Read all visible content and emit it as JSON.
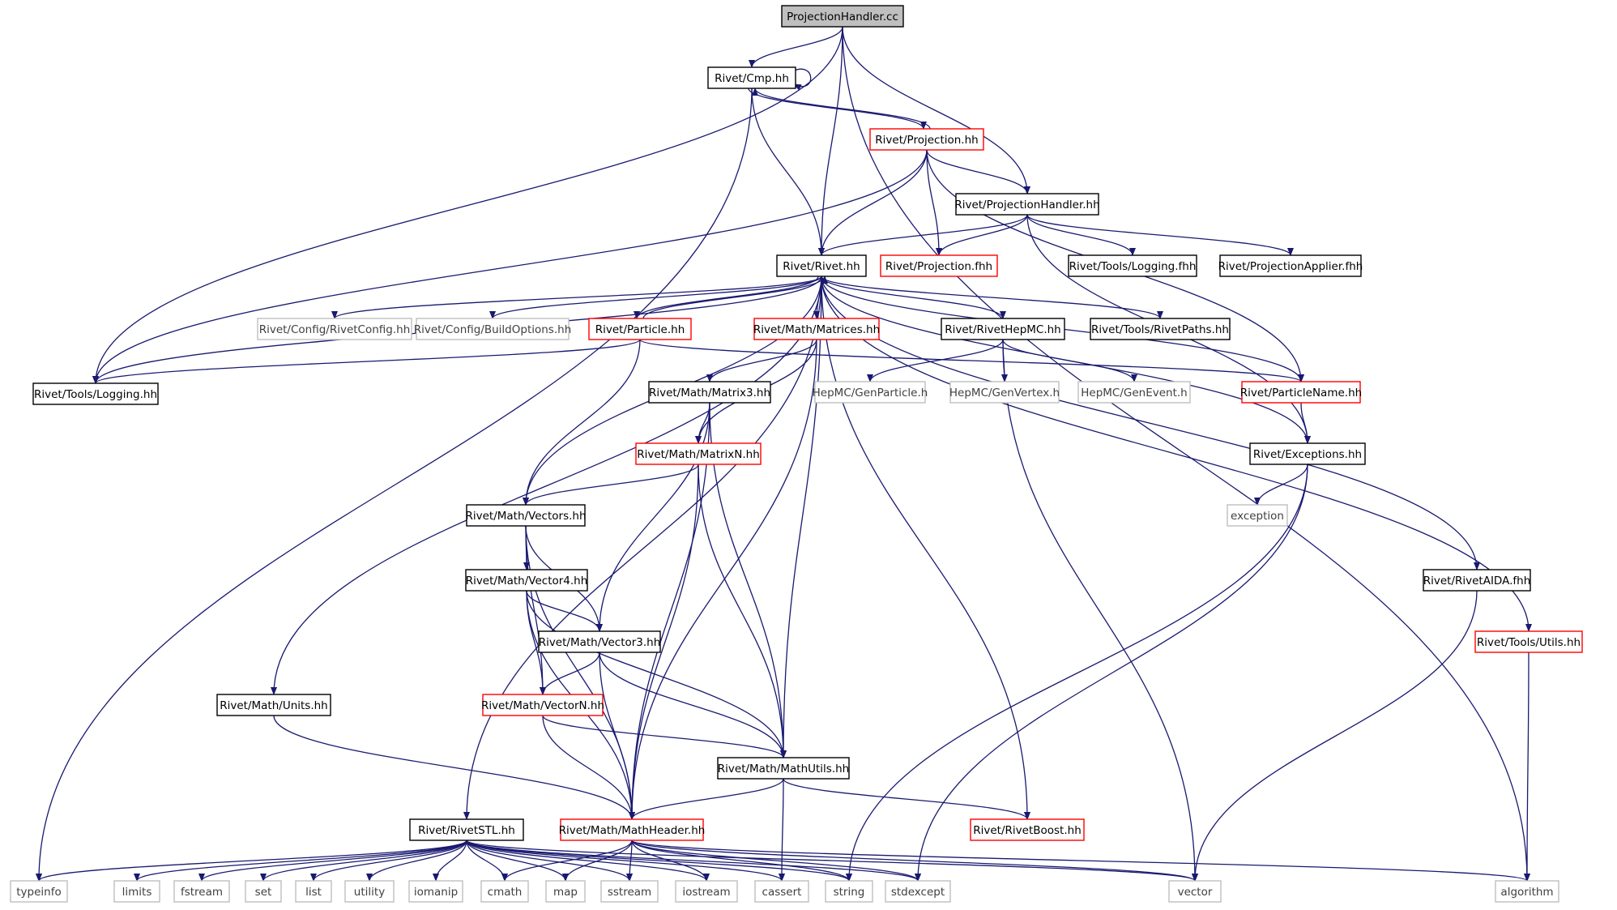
{
  "colors": {
    "edge": "#191970",
    "root_fill": "#bfbfbf",
    "normal_border": "#000000",
    "truncated_border": "#ff0000",
    "external_border": "#bfbfbf",
    "external_text": "#404040"
  },
  "nodes": [
    {
      "id": "root",
      "label": "ProjectionHandler.cc",
      "style": "root"
    },
    {
      "id": "cmp",
      "label": "Rivet/Cmp.hh",
      "style": "normal"
    },
    {
      "id": "projection",
      "label": "Rivet/Projection.hh",
      "style": "truncated"
    },
    {
      "id": "projhandler",
      "label": "Rivet/ProjectionHandler.hh",
      "style": "normal"
    },
    {
      "id": "rivet",
      "label": "Rivet/Rivet.hh",
      "style": "normal"
    },
    {
      "id": "projfhh",
      "label": "Rivet/Projection.fhh",
      "style": "truncated"
    },
    {
      "id": "logfhh",
      "label": "Rivet/Tools/Logging.fhh",
      "style": "normal"
    },
    {
      "id": "projapplier",
      "label": "Rivet/ProjectionApplier.fhh",
      "style": "normal"
    },
    {
      "id": "rivetconfig",
      "label": "Rivet/Config/RivetConfig.hh",
      "style": "external"
    },
    {
      "id": "buildopts",
      "label": "Rivet/Config/BuildOptions.hh",
      "style": "external"
    },
    {
      "id": "particle",
      "label": "Rivet/Particle.hh",
      "style": "truncated"
    },
    {
      "id": "matrices",
      "label": "Rivet/Math/Matrices.hh",
      "style": "truncated"
    },
    {
      "id": "rivethepmc",
      "label": "Rivet/RivetHepMC.hh",
      "style": "normal"
    },
    {
      "id": "rivetpaths",
      "label": "Rivet/Tools/RivetPaths.hh",
      "style": "normal"
    },
    {
      "id": "logging",
      "label": "Rivet/Tools/Logging.hh",
      "style": "normal"
    },
    {
      "id": "matrix3",
      "label": "Rivet/Math/Matrix3.hh",
      "style": "normal"
    },
    {
      "id": "genparticle",
      "label": "HepMC/GenParticle.h",
      "style": "external"
    },
    {
      "id": "genvertex",
      "label": "HepMC/GenVertex.h",
      "style": "external"
    },
    {
      "id": "genevent",
      "label": "HepMC/GenEvent.h",
      "style": "external"
    },
    {
      "id": "particlename",
      "label": "Rivet/ParticleName.hh",
      "style": "truncated"
    },
    {
      "id": "matrixn",
      "label": "Rivet/Math/MatrixN.hh",
      "style": "truncated"
    },
    {
      "id": "exceptions",
      "label": "Rivet/Exceptions.hh",
      "style": "normal"
    },
    {
      "id": "vectors",
      "label": "Rivet/Math/Vectors.hh",
      "style": "normal"
    },
    {
      "id": "exception",
      "label": "exception",
      "style": "external"
    },
    {
      "id": "vector4",
      "label": "Rivet/Math/Vector4.hh",
      "style": "normal"
    },
    {
      "id": "rivetaida",
      "label": "Rivet/RivetAIDA.fhh",
      "style": "normal"
    },
    {
      "id": "vector3",
      "label": "Rivet/Math/Vector3.hh",
      "style": "normal"
    },
    {
      "id": "utils",
      "label": "Rivet/Tools/Utils.hh",
      "style": "truncated"
    },
    {
      "id": "units",
      "label": "Rivet/Math/Units.hh",
      "style": "normal"
    },
    {
      "id": "vectorn",
      "label": "Rivet/Math/VectorN.hh",
      "style": "truncated"
    },
    {
      "id": "mathutils",
      "label": "Rivet/Math/MathUtils.hh",
      "style": "normal"
    },
    {
      "id": "rivetstl",
      "label": "Rivet/RivetSTL.hh",
      "style": "normal"
    },
    {
      "id": "mathheader",
      "label": "Rivet/Math/MathHeader.hh",
      "style": "truncated"
    },
    {
      "id": "rivetboost",
      "label": "Rivet/RivetBoost.hh",
      "style": "truncated"
    },
    {
      "id": "typeinfo",
      "label": "typeinfo",
      "style": "external"
    },
    {
      "id": "limits",
      "label": "limits",
      "style": "external"
    },
    {
      "id": "fstream",
      "label": "fstream",
      "style": "external"
    },
    {
      "id": "set",
      "label": "set",
      "style": "external"
    },
    {
      "id": "list",
      "label": "list",
      "style": "external"
    },
    {
      "id": "utility",
      "label": "utility",
      "style": "external"
    },
    {
      "id": "iomanip",
      "label": "iomanip",
      "style": "external"
    },
    {
      "id": "cmath",
      "label": "cmath",
      "style": "external"
    },
    {
      "id": "map",
      "label": "map",
      "style": "external"
    },
    {
      "id": "sstream",
      "label": "sstream",
      "style": "external"
    },
    {
      "id": "iostream",
      "label": "iostream",
      "style": "external"
    },
    {
      "id": "cassert",
      "label": "cassert",
      "style": "external"
    },
    {
      "id": "string",
      "label": "string",
      "style": "external"
    },
    {
      "id": "stdexcept",
      "label": "stdexcept",
      "style": "external"
    },
    {
      "id": "vector",
      "label": "vector",
      "style": "external"
    },
    {
      "id": "algorithm",
      "label": "algorithm",
      "style": "external"
    }
  ],
  "edges": [
    [
      "root",
      "cmp"
    ],
    [
      "root",
      "rivet"
    ],
    [
      "root",
      "projhandler"
    ],
    [
      "root",
      "logging"
    ],
    [
      "root",
      "algorithm"
    ],
    [
      "cmp",
      "cmp"
    ],
    [
      "cmp",
      "projection"
    ],
    [
      "cmp",
      "rivet"
    ],
    [
      "cmp",
      "typeinfo"
    ],
    [
      "projection",
      "cmp"
    ],
    [
      "projection",
      "projhandler"
    ],
    [
      "projection",
      "rivet"
    ],
    [
      "projection",
      "projfhh"
    ],
    [
      "projection",
      "particlename"
    ],
    [
      "projection",
      "logging"
    ],
    [
      "projhandler",
      "rivet"
    ],
    [
      "projhandler",
      "projfhh"
    ],
    [
      "projhandler",
      "logfhh"
    ],
    [
      "projhandler",
      "projapplier"
    ],
    [
      "projhandler",
      "exceptions"
    ],
    [
      "rivet",
      "rivetconfig"
    ],
    [
      "rivet",
      "buildopts"
    ],
    [
      "rivet",
      "particle"
    ],
    [
      "rivet",
      "matrices"
    ],
    [
      "rivet",
      "rivethepmc"
    ],
    [
      "rivet",
      "rivetpaths"
    ],
    [
      "rivet",
      "particlename"
    ],
    [
      "rivet",
      "exceptions"
    ],
    [
      "rivet",
      "rivetaida"
    ],
    [
      "rivet",
      "utils"
    ],
    [
      "rivet",
      "units"
    ],
    [
      "rivet",
      "rivetstl"
    ],
    [
      "rivet",
      "logging"
    ],
    [
      "rivet",
      "vectors"
    ],
    [
      "rivet",
      "mathutils"
    ],
    [
      "rivet",
      "rivetboost"
    ],
    [
      "particle",
      "rivet"
    ],
    [
      "particle",
      "particlename"
    ],
    [
      "particle",
      "vectors"
    ],
    [
      "particle",
      "logging"
    ],
    [
      "matrices",
      "matrix3"
    ],
    [
      "matrices",
      "matrixn"
    ],
    [
      "matrices",
      "mathheader"
    ],
    [
      "rivethepmc",
      "genparticle"
    ],
    [
      "rivethepmc",
      "genvertex"
    ],
    [
      "rivethepmc",
      "genevent"
    ],
    [
      "rivethepmc",
      "vector"
    ],
    [
      "matrix3",
      "matrixn"
    ],
    [
      "matrix3",
      "vector3"
    ],
    [
      "matrix3",
      "mathutils"
    ],
    [
      "matrix3",
      "mathheader"
    ],
    [
      "particlename",
      "exceptions"
    ],
    [
      "matrixn",
      "vectors"
    ],
    [
      "matrixn",
      "mathutils"
    ],
    [
      "matrixn",
      "mathheader"
    ],
    [
      "exceptions",
      "exception"
    ],
    [
      "exceptions",
      "stdexcept"
    ],
    [
      "exceptions",
      "string"
    ],
    [
      "vectors",
      "vector4"
    ],
    [
      "vectors",
      "vector3"
    ],
    [
      "vectors",
      "vectorn"
    ],
    [
      "vectors",
      "mathheader"
    ],
    [
      "vector4",
      "vector3"
    ],
    [
      "vector4",
      "vectorn"
    ],
    [
      "vector4",
      "mathutils"
    ],
    [
      "vector4",
      "mathheader"
    ],
    [
      "rivetaida",
      "vector"
    ],
    [
      "vector3",
      "vectorn"
    ],
    [
      "vector3",
      "mathutils"
    ],
    [
      "vector3",
      "mathheader"
    ],
    [
      "utils",
      "algorithm"
    ],
    [
      "units",
      "mathheader"
    ],
    [
      "vectorn",
      "mathutils"
    ],
    [
      "vectorn",
      "mathheader"
    ],
    [
      "mathutils",
      "mathheader"
    ],
    [
      "mathutils",
      "rivetboost"
    ],
    [
      "mathutils",
      "cassert"
    ],
    [
      "mathheader",
      "cmath"
    ],
    [
      "mathheader",
      "map"
    ],
    [
      "mathheader",
      "sstream"
    ],
    [
      "mathheader",
      "iostream"
    ],
    [
      "mathheader",
      "string"
    ],
    [
      "mathheader",
      "stdexcept"
    ],
    [
      "mathheader",
      "vector"
    ],
    [
      "mathheader",
      "algorithm"
    ],
    [
      "rivetstl",
      "typeinfo"
    ],
    [
      "rivetstl",
      "limits"
    ],
    [
      "rivetstl",
      "fstream"
    ],
    [
      "rivetstl",
      "set"
    ],
    [
      "rivetstl",
      "list"
    ],
    [
      "rivetstl",
      "utility"
    ],
    [
      "rivetstl",
      "iomanip"
    ],
    [
      "rivetstl",
      "cmath"
    ],
    [
      "rivetstl",
      "map"
    ],
    [
      "rivetstl",
      "sstream"
    ],
    [
      "rivetstl",
      "iostream"
    ],
    [
      "rivetstl",
      "cassert"
    ],
    [
      "rivetstl",
      "string"
    ],
    [
      "rivetstl",
      "stdexcept"
    ],
    [
      "rivetstl",
      "vector"
    ]
  ]
}
